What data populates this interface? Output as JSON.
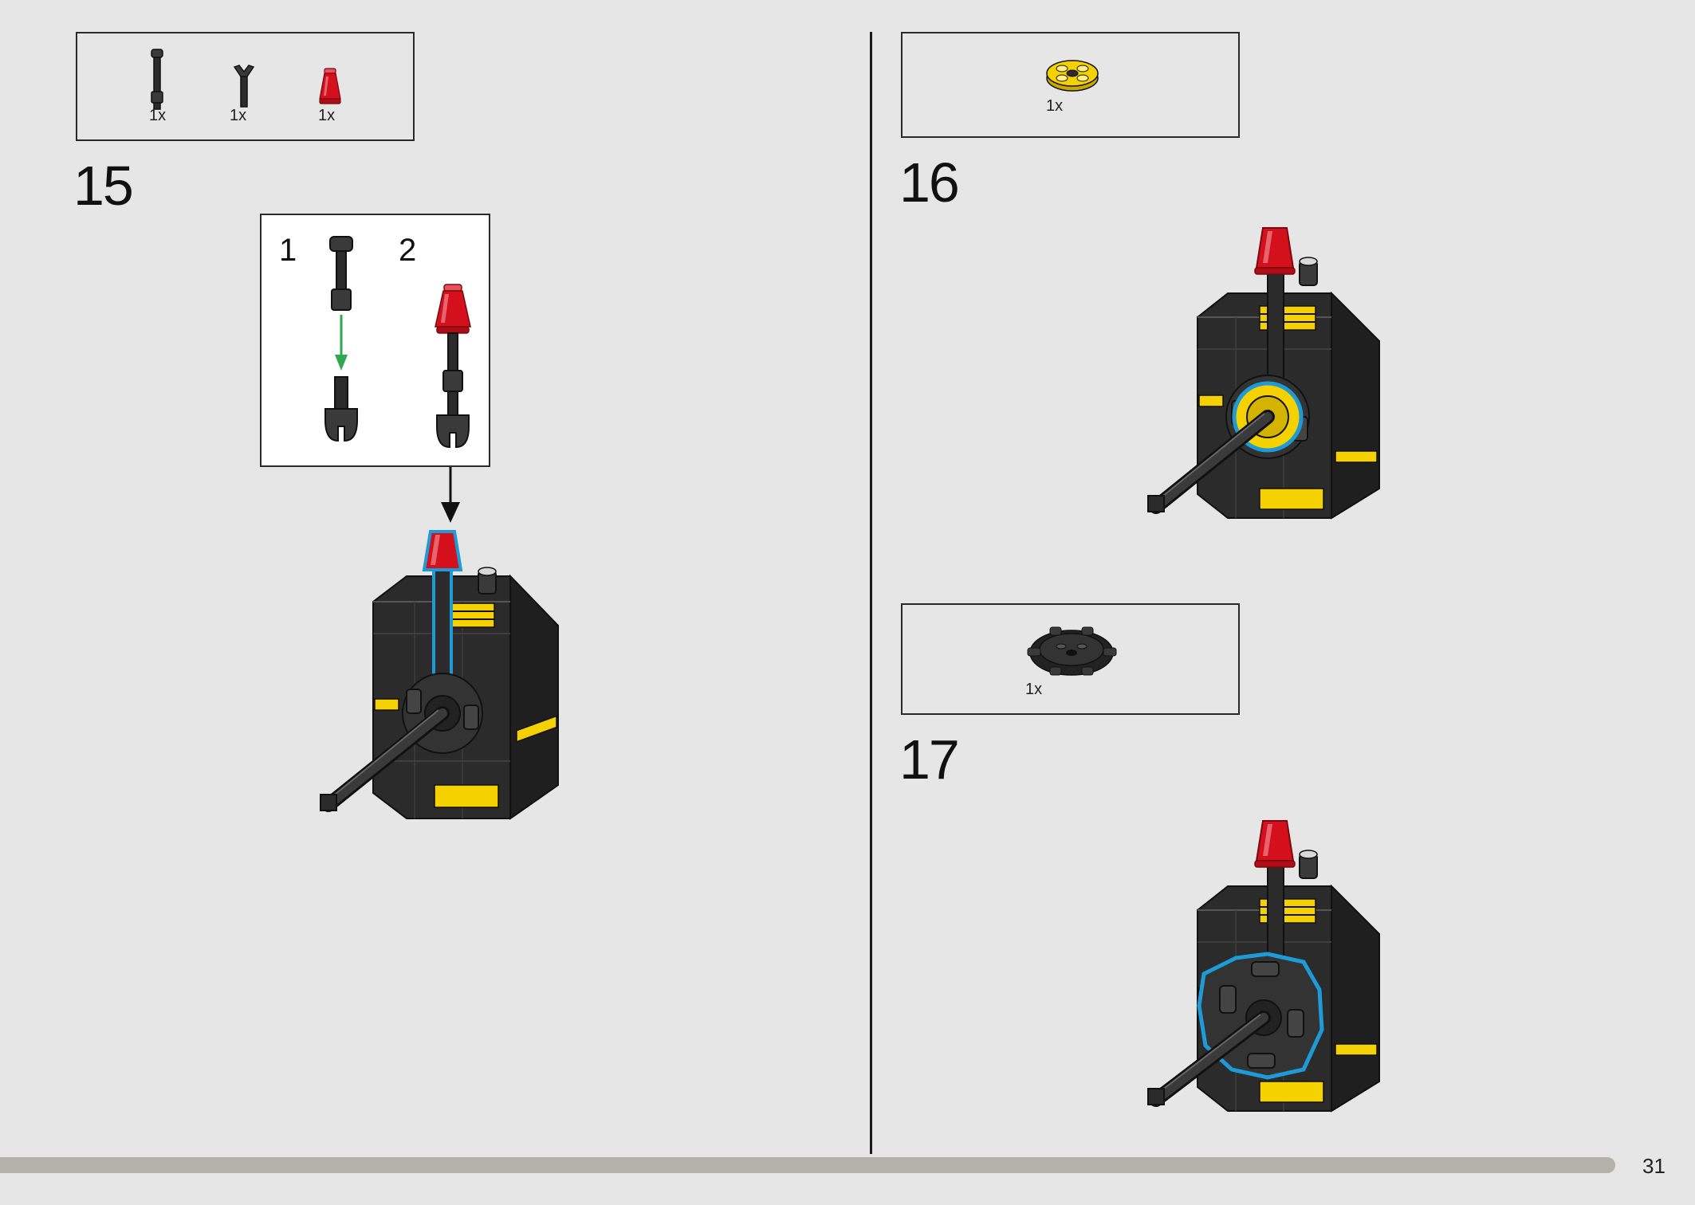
{
  "page": {
    "number": "31",
    "progress_percent": 100
  },
  "step15": {
    "number": "15",
    "parts": [
      {
        "name": "bar-with-bushing",
        "qty": "1x"
      },
      {
        "name": "clip-bar",
        "qty": "1x"
      },
      {
        "name": "trans-red-cone",
        "qty": "1x"
      }
    ],
    "callout": {
      "sub1": "1",
      "sub2": "2"
    }
  },
  "step16": {
    "number": "16",
    "parts": [
      {
        "name": "yellow-round-plate",
        "qty": "1x"
      }
    ]
  },
  "step17": {
    "number": "17",
    "parts": [
      {
        "name": "black-hub-wheel",
        "qty": "1x"
      }
    ]
  },
  "colors": {
    "background": "#e6e6e6",
    "brick_black": "#2b2b2b",
    "brick_dark": "#1c1c1c",
    "yellow": "#f5d100",
    "trans_red": "#d4101c",
    "highlight_blue": "#1e9bd7",
    "arrow_green": "#2fa84f"
  }
}
